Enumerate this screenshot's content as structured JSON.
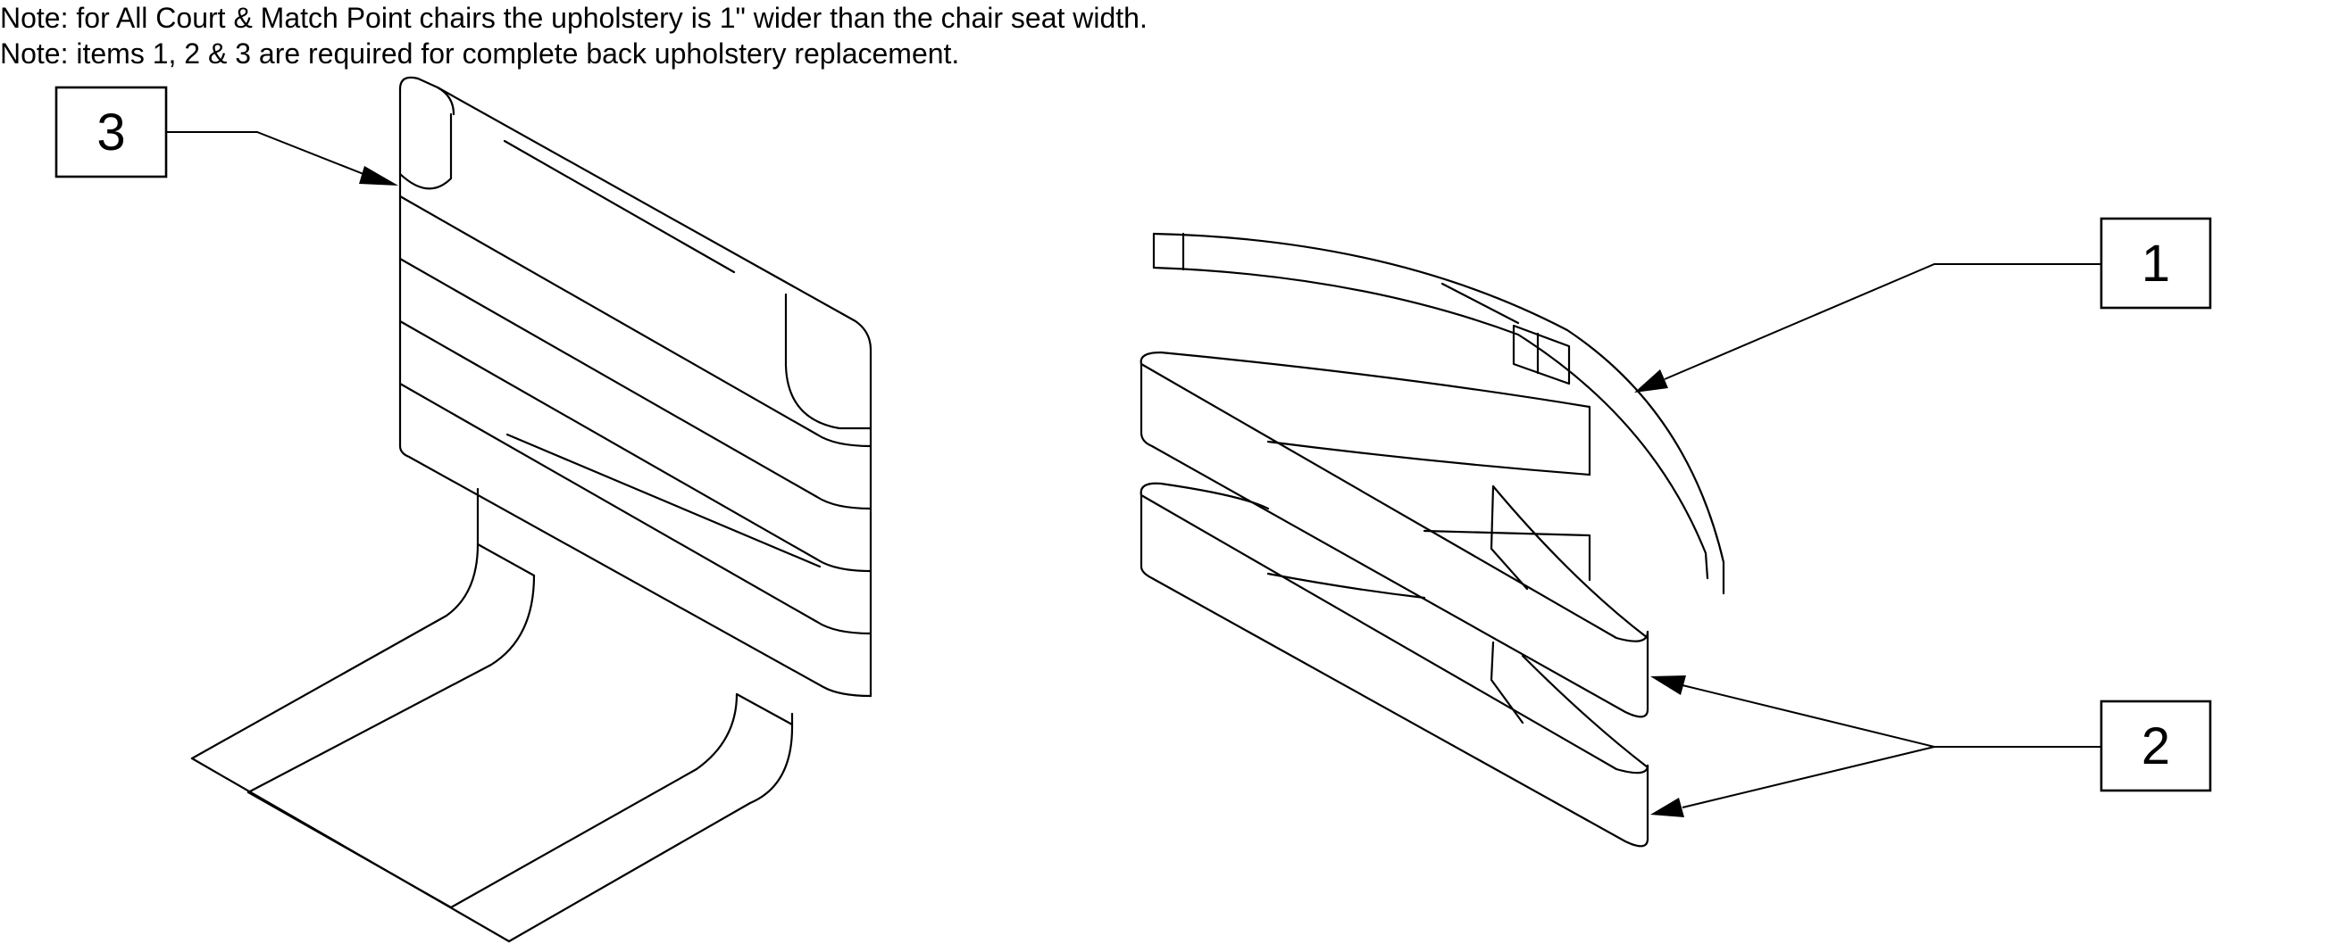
{
  "notes": [
    "Note: for All Court & Match Point chairs the upholstery is 1\" wider than the chair seat width.",
    "Note: items 1, 2 & 3 are required for complete back upholstery replacement."
  ],
  "callouts": {
    "item_3": "3",
    "item_1": "1",
    "item_2": "2"
  },
  "colors": {
    "line": "#000000",
    "background": "#ffffff"
  }
}
